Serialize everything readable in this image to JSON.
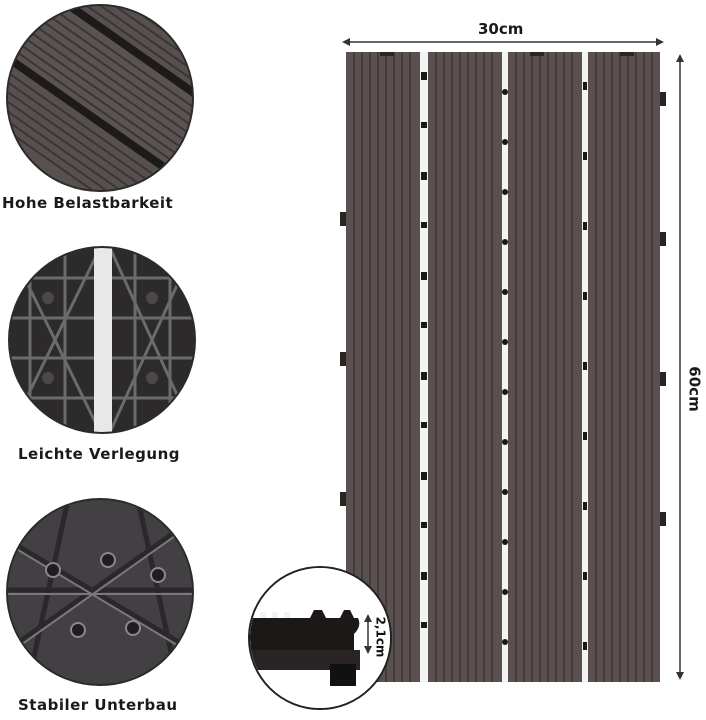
{
  "features": [
    {
      "label": "Hohe Belastbarkeit",
      "icon": "wpc-grooved-surface-closeup"
    },
    {
      "label": "Leichte Verlegung",
      "icon": "click-lattice-underside-closeup"
    },
    {
      "label": "Stabiler Unterbau",
      "icon": "support-grid-base-closeup"
    }
  ],
  "dimensions": {
    "width": "30cm",
    "height": "60cm",
    "thickness": "2,1cm"
  },
  "colors": {
    "wood": "#5a504f",
    "wood_dark": "#3e3636",
    "groove": "#474040"
  }
}
